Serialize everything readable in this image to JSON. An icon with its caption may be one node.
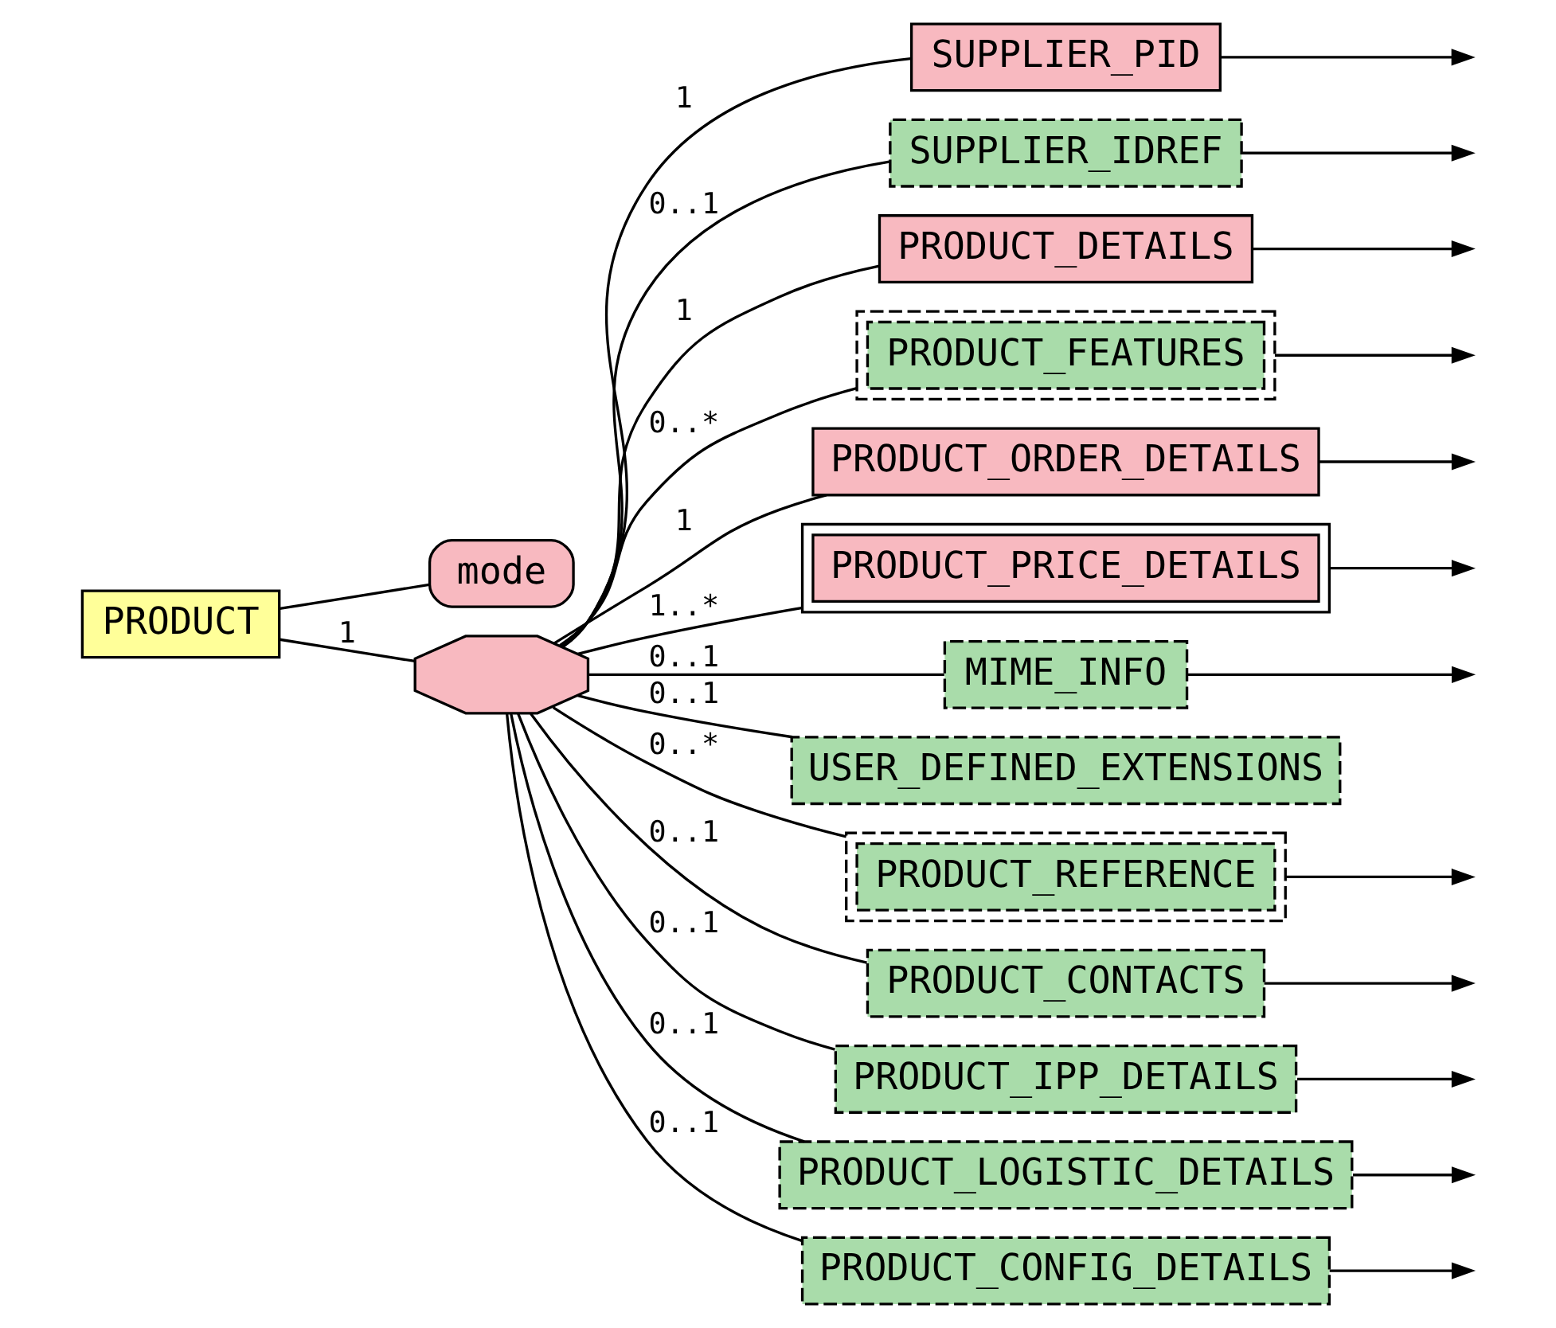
{
  "diagram": {
    "nodes": [
      {
        "text": [
          "PRODUCT"
        ]
      },
      {
        "text": [
          "mode"
        ]
      },
      {
        "text": [],
        "shape": "octagon"
      },
      {
        "text": [
          "SUPPLIER_PID"
        ]
      },
      {
        "text": [
          "SUPPLIER_IDREF"
        ]
      },
      {
        "text": [
          "PRODUCT_DETAILS"
        ]
      },
      {
        "text": [
          "PRODUCT_FEATURES"
        ]
      },
      {
        "text": [
          "PRODUCT_ORDER_DETAILS"
        ]
      },
      {
        "text": [
          "PRODUCT_PRICE_DETAILS"
        ]
      },
      {
        "text": [
          "MIME_INFO"
        ]
      },
      {
        "text": [
          "USER_DEFINED_EXTENSIONS"
        ]
      },
      {
        "text": [
          "PRODUCT_REFERENCE"
        ]
      },
      {
        "text": [
          "PRODUCT_CONTACTS"
        ]
      },
      {
        "text": [
          "PRODUCT_IPP_DETAILS"
        ]
      },
      {
        "text": [
          "PRODUCT_LOGISTIC_DETAILS"
        ]
      },
      {
        "text": [
          "PRODUCT_CONFIG_DETAILS"
        ]
      }
    ],
    "edges": [
      {
        "from": 0,
        "to": 1,
        "arrow": "none"
      },
      {
        "from": 0,
        "to": 2,
        "arrow": "none",
        "label": "1"
      },
      {
        "from": 2,
        "to": 3,
        "arrow": "none",
        "label": "1"
      },
      {
        "from": 2,
        "to": 4,
        "arrow": "none",
        "label": "0..1"
      },
      {
        "from": 2,
        "to": 5,
        "arrow": "none",
        "label": "1"
      },
      {
        "from": 2,
        "to": 6,
        "arrow": "none",
        "label": "0..*"
      },
      {
        "from": 2,
        "to": 7,
        "arrow": "none",
        "label": "1"
      },
      {
        "from": 2,
        "to": 8,
        "arrow": "none",
        "label": "1..*"
      },
      {
        "from": 2,
        "to": 9,
        "arrow": "none",
        "label": "0..1"
      },
      {
        "from": 2,
        "to": 10,
        "arrow": "none",
        "label": "0..1"
      },
      {
        "from": 2,
        "to": 11,
        "arrow": "none",
        "label": "0..*"
      },
      {
        "from": 2,
        "to": 12,
        "arrow": "none",
        "label": "0..1"
      },
      {
        "from": 2,
        "to": 13,
        "arrow": "none",
        "label": "0..1"
      },
      {
        "from": 2,
        "to": 14,
        "arrow": "none",
        "label": "0..1"
      },
      {
        "from": 2,
        "to": 15,
        "arrow": "none",
        "label": "0..1"
      },
      {
        "from": 3,
        "to": null,
        "arrow": "to"
      },
      {
        "from": 4,
        "to": null,
        "arrow": "to"
      },
      {
        "from": 5,
        "to": null,
        "arrow": "to"
      },
      {
        "from": 6,
        "to": null,
        "arrow": "to"
      },
      {
        "from": 7,
        "to": null,
        "arrow": "to"
      },
      {
        "from": 8,
        "to": null,
        "arrow": "to"
      },
      {
        "from": 9,
        "to": null,
        "arrow": "to"
      },
      {
        "from": 11,
        "to": null,
        "arrow": "to"
      },
      {
        "from": 12,
        "to": null,
        "arrow": "to"
      },
      {
        "from": 13,
        "to": null,
        "arrow": "to"
      },
      {
        "from": 14,
        "to": null,
        "arrow": "to"
      },
      {
        "from": 15,
        "to": null,
        "arrow": "to"
      }
    ]
  }
}
